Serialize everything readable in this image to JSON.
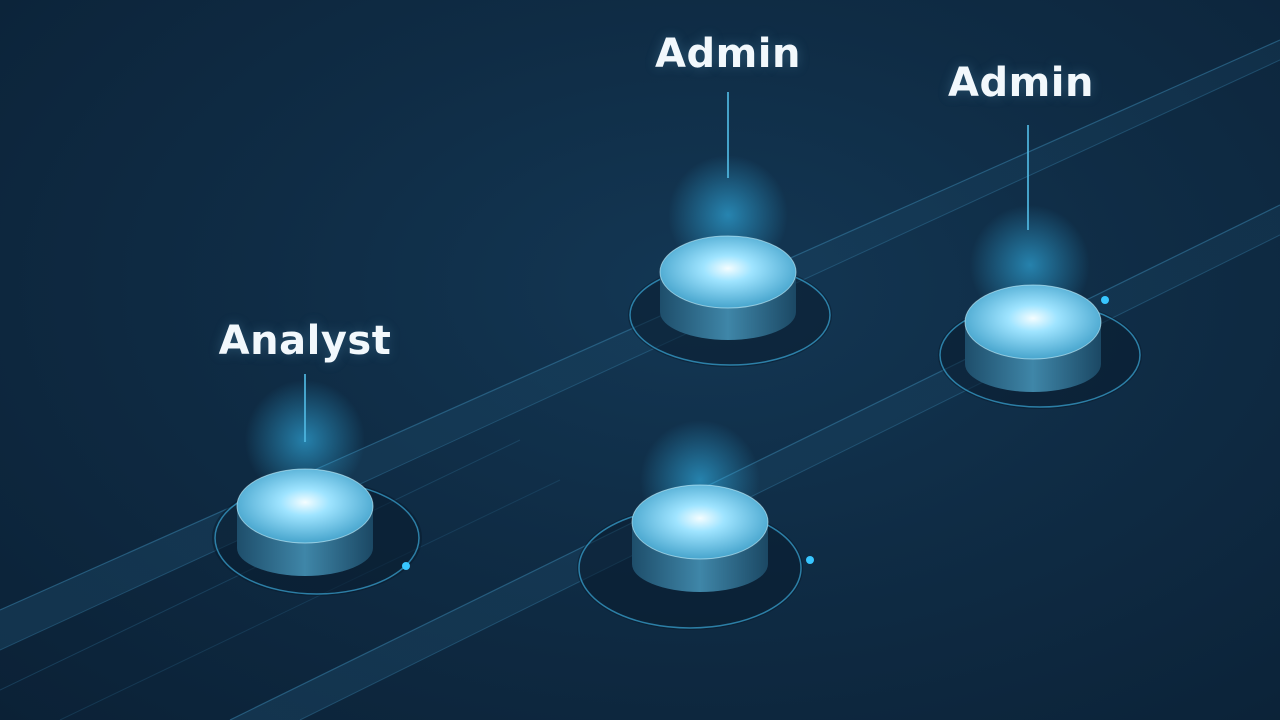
{
  "colors": {
    "background": "#0f2c45",
    "node_top": "#9fe4ff",
    "node_side": "#2e6d8f",
    "glow": "#38c6ff",
    "rail": "#1d4a68",
    "label": "#f2f8fc"
  },
  "nodes": [
    {
      "id": "analyst",
      "label": "Analyst"
    },
    {
      "id": "admin-top",
      "label": "Admin"
    },
    {
      "id": "admin-right",
      "label": "Admin"
    },
    {
      "id": "unlabeled",
      "label": ""
    }
  ]
}
